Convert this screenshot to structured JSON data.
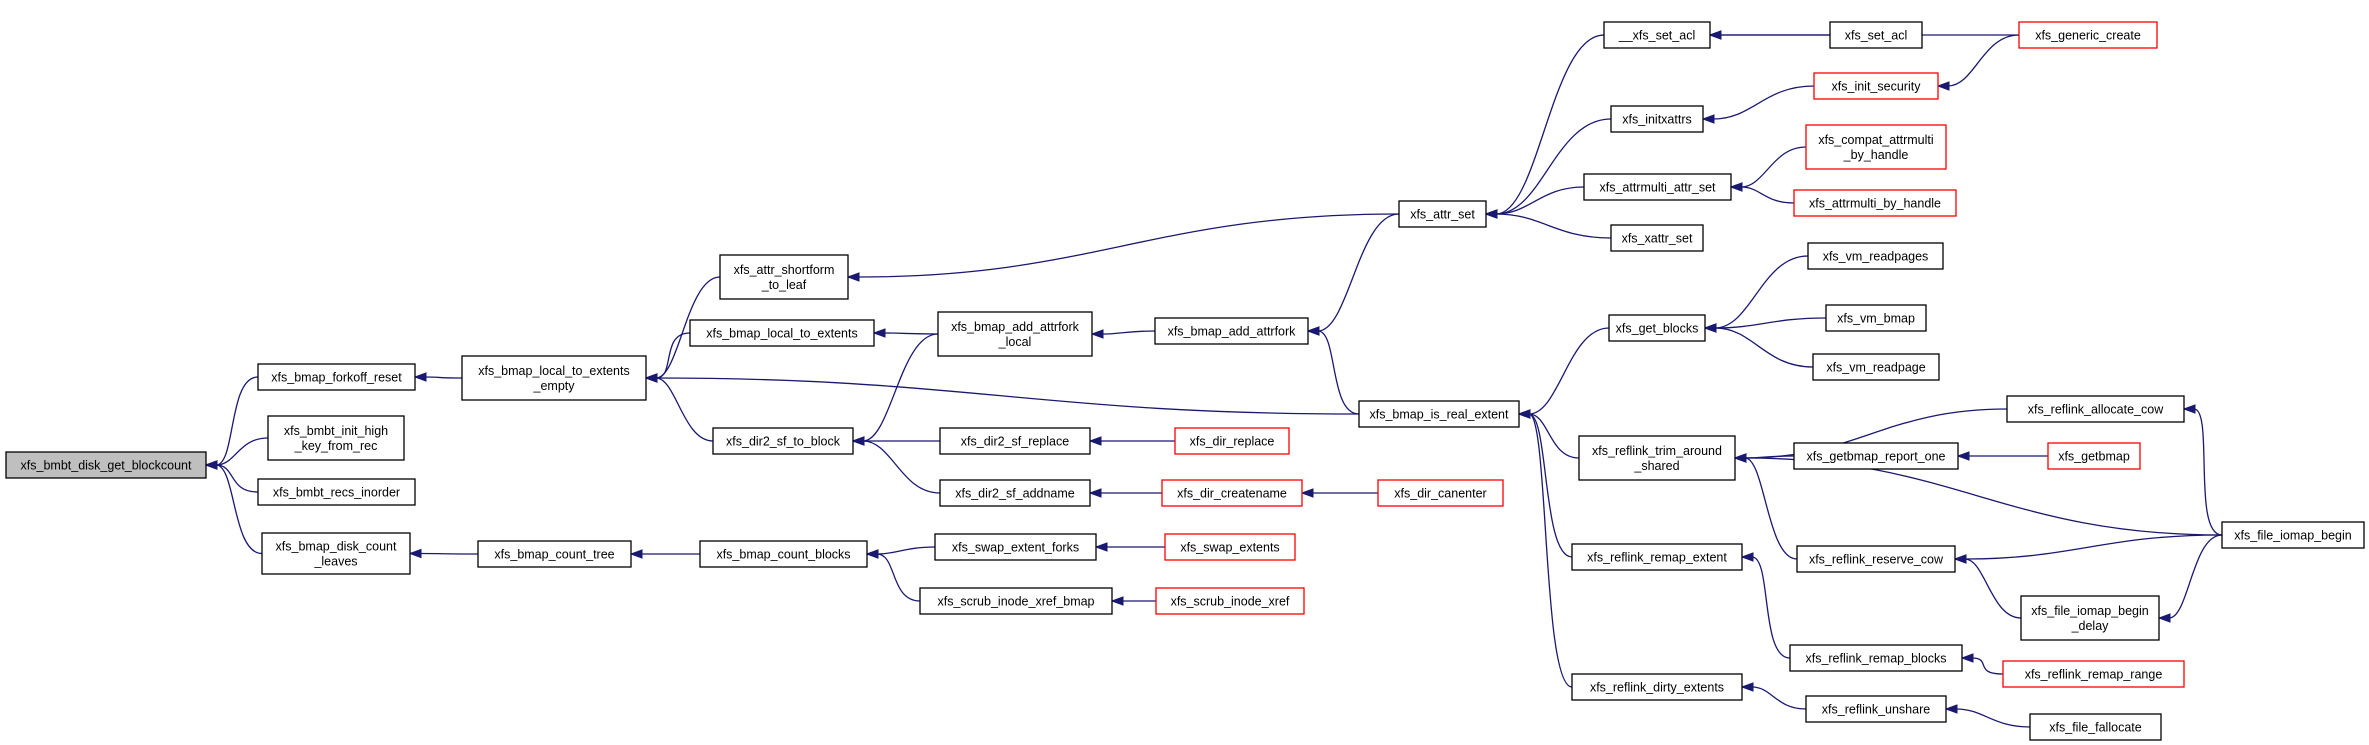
{
  "graph": {
    "root": "xfs_bmbt_disk_get_blockcount",
    "colors": {
      "root_fill": "#bfbfbf",
      "normal_border": "#000000",
      "truncated_border": "#ff0000",
      "edge": "#191970"
    },
    "nodes": {
      "root": {
        "lines": [
          "xfs_bmbt_disk_get_blockcount"
        ],
        "style": "root"
      },
      "forkoff_reset": {
        "lines": [
          "xfs_bmap_forkoff_reset"
        ],
        "style": "normal"
      },
      "init_high_key": {
        "lines": [
          "xfs_bmbt_init_high",
          "_key_from_rec"
        ],
        "style": "normal"
      },
      "recs_inorder": {
        "lines": [
          "xfs_bmbt_recs_inorder"
        ],
        "style": "normal"
      },
      "disk_count_leaves": {
        "lines": [
          "xfs_bmap_disk_count",
          "_leaves"
        ],
        "style": "normal"
      },
      "local_to_extents_empty": {
        "lines": [
          "xfs_bmap_local_to_extents",
          "_empty"
        ],
        "style": "normal"
      },
      "count_tree": {
        "lines": [
          "xfs_bmap_count_tree"
        ],
        "style": "normal"
      },
      "count_blocks": {
        "lines": [
          "xfs_bmap_count_blocks"
        ],
        "style": "normal"
      },
      "attr_shortform_to_leaf": {
        "lines": [
          "xfs_attr_shortform",
          "_to_leaf"
        ],
        "style": "normal"
      },
      "local_to_extents": {
        "lines": [
          "xfs_bmap_local_to_extents"
        ],
        "style": "normal"
      },
      "dir2_sf_to_block": {
        "lines": [
          "xfs_dir2_sf_to_block"
        ],
        "style": "normal"
      },
      "add_attrfork_local": {
        "lines": [
          "xfs_bmap_add_attrfork",
          "_local"
        ],
        "style": "normal"
      },
      "dir2_sf_replace": {
        "lines": [
          "xfs_dir2_sf_replace"
        ],
        "style": "normal"
      },
      "dir2_sf_addname": {
        "lines": [
          "xfs_dir2_sf_addname"
        ],
        "style": "normal"
      },
      "swap_extent_forks": {
        "lines": [
          "xfs_swap_extent_forks"
        ],
        "style": "normal"
      },
      "scrub_inode_xref_bmap": {
        "lines": [
          "xfs_scrub_inode_xref_bmap"
        ],
        "style": "normal"
      },
      "add_attrfork": {
        "lines": [
          "xfs_bmap_add_attrfork"
        ],
        "style": "normal"
      },
      "dir_replace": {
        "lines": [
          "xfs_dir_replace"
        ],
        "style": "truncated"
      },
      "dir_createname": {
        "lines": [
          "xfs_dir_createname"
        ],
        "style": "truncated"
      },
      "dir_canenter": {
        "lines": [
          "xfs_dir_canenter"
        ],
        "style": "truncated"
      },
      "swap_extents": {
        "lines": [
          "xfs_swap_extents"
        ],
        "style": "truncated"
      },
      "scrub_inode_xref": {
        "lines": [
          "xfs_scrub_inode_xref"
        ],
        "style": "truncated"
      },
      "attr_set": {
        "lines": [
          "xfs_attr_set"
        ],
        "style": "normal"
      },
      "is_real_extent": {
        "lines": [
          "xfs_bmap_is_real_extent"
        ],
        "style": "normal"
      },
      "__set_acl": {
        "lines": [
          "__xfs_set_acl"
        ],
        "style": "normal"
      },
      "initxattrs": {
        "lines": [
          "xfs_initxattrs"
        ],
        "style": "normal"
      },
      "attrmulti_attr_set": {
        "lines": [
          "xfs_attrmulti_attr_set"
        ],
        "style": "normal"
      },
      "xattr_set": {
        "lines": [
          "xfs_xattr_set"
        ],
        "style": "normal"
      },
      "get_blocks": {
        "lines": [
          "xfs_get_blocks"
        ],
        "style": "normal"
      },
      "trim_around_shared": {
        "lines": [
          "xfs_reflink_trim_around",
          "_shared"
        ],
        "style": "normal"
      },
      "remap_extent": {
        "lines": [
          "xfs_reflink_remap_extent"
        ],
        "style": "normal"
      },
      "dirty_extents": {
        "lines": [
          "xfs_reflink_dirty_extents"
        ],
        "style": "normal"
      },
      "set_acl": {
        "lines": [
          "xfs_set_acl"
        ],
        "style": "normal"
      },
      "generic_create": {
        "lines": [
          "xfs_generic_create"
        ],
        "style": "truncated"
      },
      "init_security": {
        "lines": [
          "xfs_init_security"
        ],
        "style": "truncated"
      },
      "compat_attrmulti": {
        "lines": [
          "xfs_compat_attrmulti",
          "_by_handle"
        ],
        "style": "truncated"
      },
      "attrmulti_by_handle": {
        "lines": [
          "xfs_attrmulti_by_handle"
        ],
        "style": "truncated"
      },
      "vm_readpages": {
        "lines": [
          "xfs_vm_readpages"
        ],
        "style": "normal"
      },
      "vm_bmap": {
        "lines": [
          "xfs_vm_bmap"
        ],
        "style": "normal"
      },
      "vm_readpage": {
        "lines": [
          "xfs_vm_readpage"
        ],
        "style": "normal"
      },
      "getbmap_report_one": {
        "lines": [
          "xfs_getbmap_report_one"
        ],
        "style": "normal"
      },
      "getbmap": {
        "lines": [
          "xfs_getbmap"
        ],
        "style": "truncated"
      },
      "allocate_cow": {
        "lines": [
          "xfs_reflink_allocate_cow"
        ],
        "style": "normal"
      },
      "file_iomap_begin": {
        "lines": [
          "xfs_file_iomap_begin"
        ],
        "style": "normal"
      },
      "reserve_cow": {
        "lines": [
          "xfs_reflink_reserve_cow"
        ],
        "style": "normal"
      },
      "iomap_begin_delay": {
        "lines": [
          "xfs_file_iomap_begin",
          "_delay"
        ],
        "style": "normal"
      },
      "remap_blocks": {
        "lines": [
          "xfs_reflink_remap_blocks"
        ],
        "style": "normal"
      },
      "remap_range": {
        "lines": [
          "xfs_reflink_remap_range"
        ],
        "style": "truncated"
      },
      "unshare": {
        "lines": [
          "xfs_reflink_unshare"
        ],
        "style": "normal"
      },
      "file_fallocate": {
        "lines": [
          "xfs_file_fallocate"
        ],
        "style": "normal"
      }
    },
    "edges": [
      [
        "forkoff_reset",
        "root"
      ],
      [
        "init_high_key",
        "root"
      ],
      [
        "recs_inorder",
        "root"
      ],
      [
        "disk_count_leaves",
        "root"
      ],
      [
        "local_to_extents_empty",
        "forkoff_reset"
      ],
      [
        "count_tree",
        "disk_count_leaves"
      ],
      [
        "count_blocks",
        "count_tree"
      ],
      [
        "attr_shortform_to_leaf",
        "local_to_extents_empty"
      ],
      [
        "local_to_extents",
        "local_to_extents_empty"
      ],
      [
        "dir2_sf_to_block",
        "local_to_extents_empty"
      ],
      [
        "is_real_extent",
        "local_to_extents_empty"
      ],
      [
        "add_attrfork_local",
        "local_to_extents"
      ],
      [
        "add_attrfork_local",
        "dir2_sf_to_block"
      ],
      [
        "dir2_sf_replace",
        "dir2_sf_to_block"
      ],
      [
        "dir2_sf_addname",
        "dir2_sf_to_block"
      ],
      [
        "swap_extent_forks",
        "count_blocks"
      ],
      [
        "scrub_inode_xref_bmap",
        "count_blocks"
      ],
      [
        "attr_set",
        "attr_shortform_to_leaf"
      ],
      [
        "add_attrfork",
        "add_attrfork_local"
      ],
      [
        "dir_replace",
        "dir2_sf_replace"
      ],
      [
        "dir_createname",
        "dir2_sf_addname"
      ],
      [
        "dir_canenter",
        "dir_createname"
      ],
      [
        "swap_extents",
        "swap_extent_forks"
      ],
      [
        "scrub_inode_xref",
        "scrub_inode_xref_bmap"
      ],
      [
        "attr_set",
        "add_attrfork"
      ],
      [
        "is_real_extent",
        "add_attrfork"
      ],
      [
        "__set_acl",
        "attr_set"
      ],
      [
        "initxattrs",
        "attr_set"
      ],
      [
        "attrmulti_attr_set",
        "attr_set"
      ],
      [
        "xattr_set",
        "attr_set"
      ],
      [
        "get_blocks",
        "is_real_extent"
      ],
      [
        "trim_around_shared",
        "is_real_extent"
      ],
      [
        "remap_extent",
        "is_real_extent"
      ],
      [
        "dirty_extents",
        "is_real_extent"
      ],
      [
        "set_acl",
        "__set_acl"
      ],
      [
        "generic_create",
        "__set_acl"
      ],
      [
        "init_security",
        "initxattrs"
      ],
      [
        "generic_create",
        "init_security"
      ],
      [
        "compat_attrmulti",
        "attrmulti_attr_set"
      ],
      [
        "attrmulti_by_handle",
        "attrmulti_attr_set"
      ],
      [
        "vm_readpages",
        "get_blocks"
      ],
      [
        "vm_bmap",
        "get_blocks"
      ],
      [
        "vm_readpage",
        "get_blocks"
      ],
      [
        "allocate_cow",
        "trim_around_shared"
      ],
      [
        "getbmap_report_one",
        "trim_around_shared"
      ],
      [
        "reserve_cow",
        "trim_around_shared"
      ],
      [
        "file_iomap_begin",
        "trim_around_shared"
      ],
      [
        "getbmap",
        "getbmap_report_one"
      ],
      [
        "file_iomap_begin",
        "allocate_cow"
      ],
      [
        "file_iomap_begin",
        "reserve_cow"
      ],
      [
        "iomap_begin_delay",
        "reserve_cow"
      ],
      [
        "file_iomap_begin",
        "iomap_begin_delay"
      ],
      [
        "remap_blocks",
        "remap_extent"
      ],
      [
        "remap_range",
        "remap_blocks"
      ],
      [
        "unshare",
        "dirty_extents"
      ],
      [
        "file_fallocate",
        "unshare"
      ]
    ]
  }
}
